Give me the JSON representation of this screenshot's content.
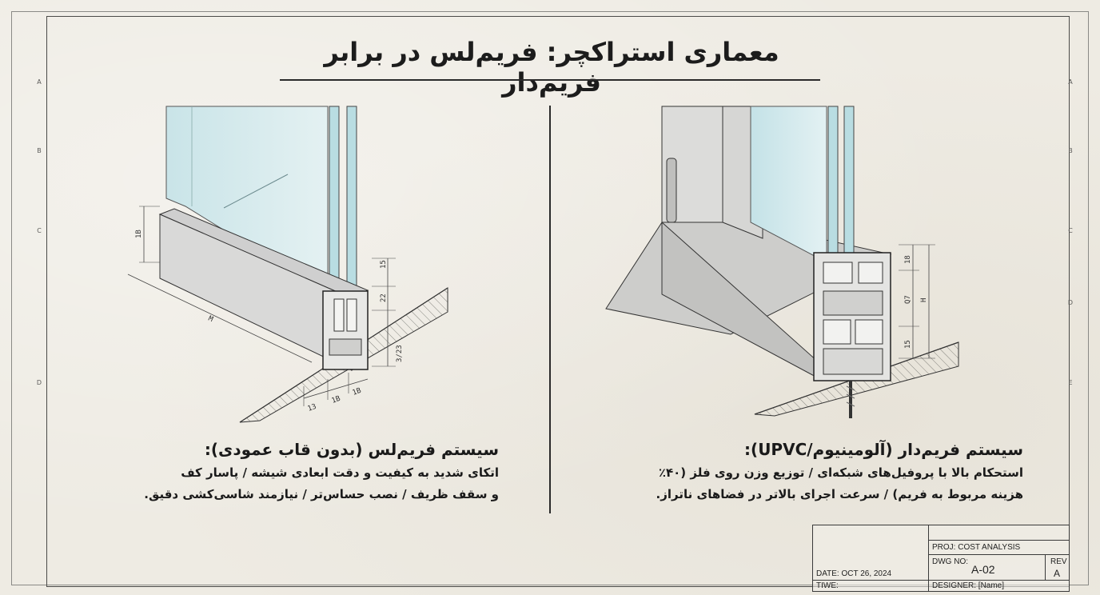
{
  "title": "معماری استراکچر: فریم‌لس در برابر فریم‌دار",
  "zones": {
    "left": [
      "A",
      "B",
      "C",
      "D"
    ],
    "right": [
      "A",
      "B",
      "C",
      "D",
      "E"
    ]
  },
  "frameless": {
    "heading": "سیستم فریم‌لس (بدون قاب عمودی):",
    "lines": [
      "اتکای شدید به کیفیت و دقت ابعادی شیشه / پاسار کف",
      "و سقف ظریف / نصب حساس‌تر / نیازمند شاسی‌کشی دقیق."
    ],
    "dims": [
      "1B",
      "15",
      "22",
      "3/23",
      "M",
      "13",
      "1B",
      "1B"
    ]
  },
  "framed": {
    "heading": "سیستم فریم‌دار (آلومینیوم/UPVC):",
    "lines": [
      "استحکام بالا با پروفیل‌های شبکه‌ای / توزیع وزن روی فلز (۴۰٪",
      "هزینه مربوط به فریم) / سرعت اجرای بالاتر در فضاهای ناتراز."
    ],
    "dims": [
      "18",
      "Q7",
      "H",
      "15"
    ]
  },
  "titleblock": {
    "proj": "PROJ:  COST ANALYSIS",
    "dwg_label": "DWG NO:",
    "dwg_no": "A-02",
    "rev_label": "REV",
    "rev": "A",
    "date": "DATE: OCT 26, 2024",
    "time": "TIWE:",
    "designer": "DESIGNER: [Name]"
  }
}
